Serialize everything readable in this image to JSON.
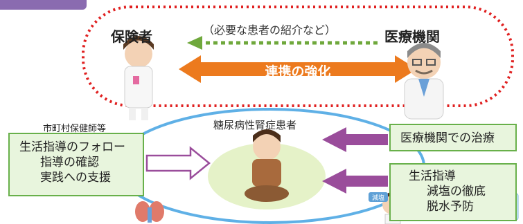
{
  "insurer": "保険者",
  "medical": "医療機関",
  "referral_note": "（必要な患者の紹介など）",
  "cooperation": "連携の強化",
  "public_health_nurse": "市町村保健師等",
  "patient": "糖尿病性腎症患者",
  "left_box": {
    "line1": "生活指導のフォロー",
    "line2": "指導の確認",
    "line3": "実践への支援"
  },
  "right_top_box": "医療機関での治療",
  "right_bottom_box": {
    "line1": "生活指導",
    "line2": "減塩の徹底",
    "line3": "脱水予防"
  },
  "badge": "減塩"
}
